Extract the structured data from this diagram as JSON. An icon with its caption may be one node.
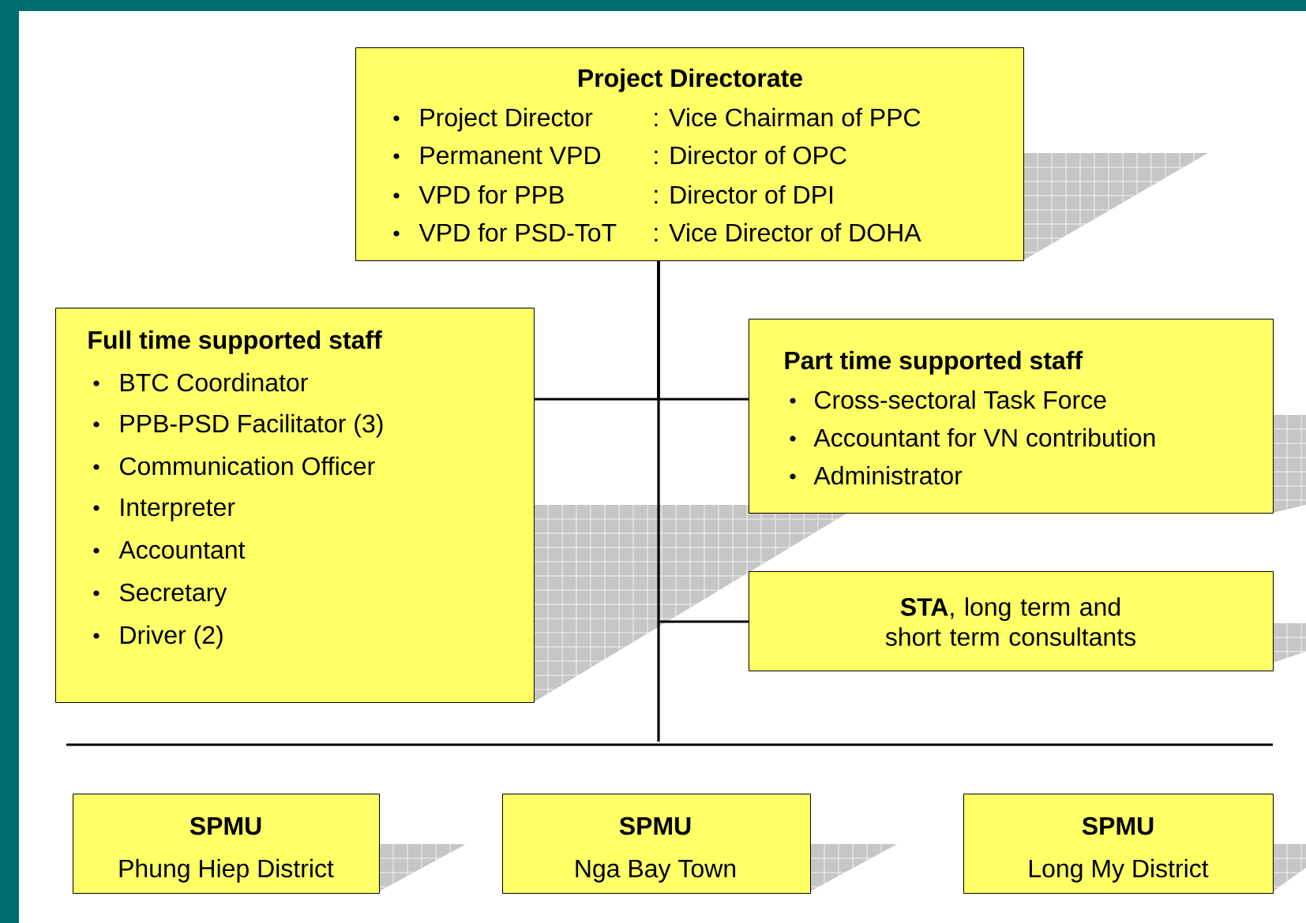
{
  "diagram": {
    "nodes": [
      {
        "text": [
          "Project Directorate",
          "Project Director",
          ": Vice Chairman of PPC",
          "Permanent VPD",
          ": Director of OPC",
          "VPD for PPB",
          ": Director of DPI",
          "VPD for PSD-ToT",
          ": Vice Director of DOHA"
        ]
      },
      {
        "text": [
          "Full time supported staff",
          "BTC Coordinator",
          "PPB-PSD Facilitator (3)",
          "Communication Officer",
          "Interpreter",
          "Accountant",
          "Secretary",
          "Driver (2)"
        ]
      },
      {
        "text": [
          "Part time supported staff",
          "Cross-sectoral Task Force",
          "Accountant for VN contribution",
          "Administrator"
        ]
      },
      {
        "text": [
          "**STA**, long term and short term consultants"
        ]
      },
      {
        "text": [
          "SPMU",
          "Phung Hiep District"
        ]
      },
      {
        "text": [
          "SPMU",
          "Nga Bay Town"
        ]
      },
      {
        "text": [
          "SPMU",
          "Long My District"
        ]
      }
    ],
    "edges": [
      {
        "from": 0,
        "to": 1,
        "arrow": "none"
      },
      {
        "from": 0,
        "to": 2,
        "arrow": "none"
      },
      {
        "from": 0,
        "to": 3,
        "arrow": "none"
      }
    ]
  }
}
